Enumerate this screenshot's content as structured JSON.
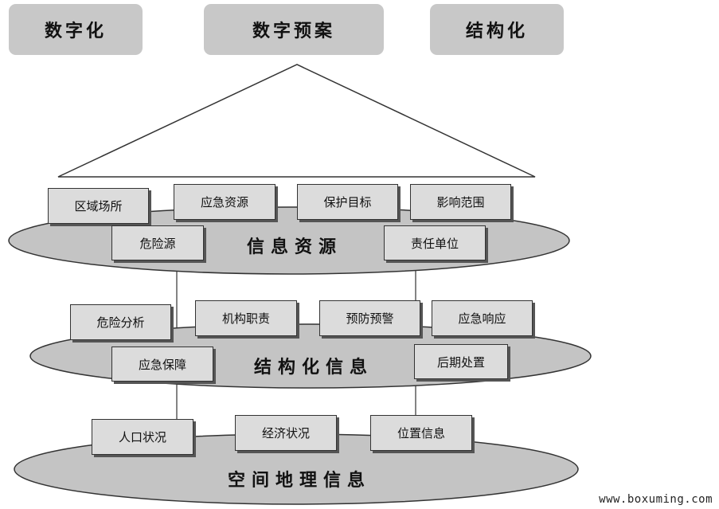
{
  "top_tags": [
    "数字化",
    "数字预案",
    "结构化"
  ],
  "layers": {
    "info_resources": {
      "title": "信息资源",
      "items": [
        "区域场所",
        "应急资源",
        "保护目标",
        "影响范围",
        "危险源",
        "责任单位"
      ]
    },
    "structured_info": {
      "title": "结构化信息",
      "items": [
        "危险分析",
        "机构职责",
        "预防预警",
        "应急响应",
        "应急保障",
        "后期处置"
      ]
    },
    "spatial_geo_info": {
      "title": "空间地理信息",
      "items": [
        "人口状况",
        "经济状况",
        "位置信息"
      ]
    }
  },
  "watermark": "www.boxuming.com",
  "colors": {
    "tag_fill": "#c8c8c8",
    "ellipse_fill": "#c4c4c4",
    "box_fill": "#dcdcdc",
    "house_fill": "#ffffff",
    "stroke": "#333333"
  }
}
